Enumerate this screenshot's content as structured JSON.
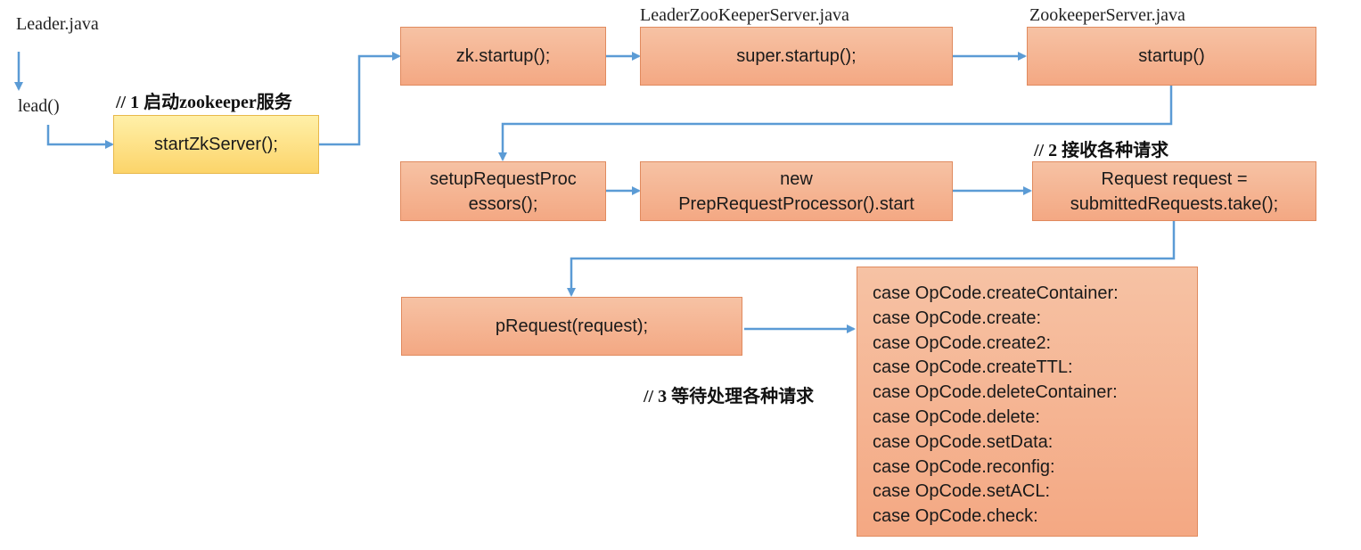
{
  "files": {
    "leader": "Leader.java",
    "leader_zk_server": "LeaderZooKeeperServer.java",
    "zk_server": "ZookeeperServer.java"
  },
  "methods": {
    "lead": "lead()"
  },
  "notes": {
    "n1": "// 1 启动zookeeper服务",
    "n2": "// 2 接收各种请求",
    "n3": "// 3 等待处理各种请求"
  },
  "boxes": {
    "start_zk_server": "startZkServer();",
    "zk_startup": "zk.startup();",
    "super_startup": "super.startup();",
    "startup": "startup()",
    "setup_line1": "setupRequestProc",
    "setup_line2": "essors();",
    "new_line1": "new",
    "new_line2": "PrepRequestProcessor().start",
    "req_line1": "Request request =",
    "req_line2": "submittedRequests.take();",
    "prequest": "pRequest(request);"
  },
  "cases": [
    "case OpCode.createContainer:",
    "case OpCode.create:",
    "case OpCode.create2:",
    "case OpCode.createTTL:",
    "case OpCode.deleteContainer:",
    "case OpCode.delete:",
    "case OpCode.setData:",
    "case OpCode.reconfig:",
    "case OpCode.setACL:",
    "case OpCode.check:"
  ],
  "colors": {
    "arrow": "#5b9bd5",
    "box_fill": "#f5b08f",
    "box_border": "#e08a5e",
    "highlight_fill": "#fde28a"
  }
}
